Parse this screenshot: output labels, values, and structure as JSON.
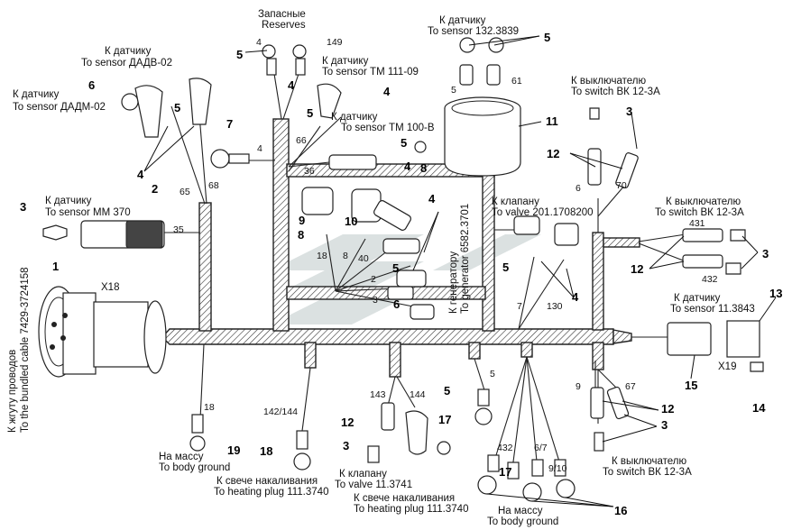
{
  "labels": {
    "reserves_ru": "Запасные",
    "reserves_en": "Reserves",
    "sensor_132_ru": "К датчику",
    "sensor_132_en": "To sensor 132.3839",
    "sensor_dadv_ru": "К датчику",
    "sensor_dadv_en": "To sensor ДАДВ-02",
    "sensor_tm111_ru": "К датчику",
    "sensor_tm111_en": "To sensor ТМ 111-09",
    "sensor_dadm_ru": "К датчику",
    "sensor_dadm_en": "To sensor ДАДМ-02",
    "sensor_tm100_ru": "К датчику",
    "sensor_tm100_en": "To sensor ТМ 100-В",
    "switch_vk_top_ru": "К выключателю",
    "switch_vk_top_en": "To switch ВК 12-3А",
    "sensor_mm370_ru": "К датчику",
    "sensor_mm370_en": "To sensor ММ 370",
    "valve_201_ru": "К клапану",
    "valve_201_en": "To valve 201.1708200",
    "switch_vk_mid_ru": "К выключателю",
    "switch_vk_mid_en": "To switch ВК 12-3А",
    "generator_ru": "К генератору",
    "generator_en": "To generator 6582.3701",
    "sensor_11_ru": "К датчику",
    "sensor_11_en": "To sensor 11.3843",
    "bundled_ru": "К жгуту проводов",
    "bundled_en": "To the bundled cable 7429-3724158",
    "ground_left_ru": "На массу",
    "ground_left_en": "To body ground",
    "heating_left_ru": "К свече накаливания",
    "heating_left_en": "To heating plug 111.3740",
    "valve_11_ru": "К клапану",
    "valve_11_en": "To valve 11.3741",
    "heating_mid_ru": "К свече накаливания",
    "heating_mid_en": "To heating plug 111.3740",
    "ground_bottom_ru": "На массу",
    "ground_bottom_en": "To body ground",
    "switch_vk_bottom_ru": "К выключателю",
    "switch_vk_bottom_en": "To switch ВК 12-3А",
    "x18": "X18",
    "x19": "X19"
  },
  "wire_numbers": {
    "w4_top": "4",
    "w149": "149",
    "w5_sensor": "5",
    "w61": "61",
    "w65": "65",
    "w68": "68",
    "w4_mid": "4",
    "w66": "66",
    "w36": "36",
    "w6": "6",
    "w70": "70",
    "w35": "35",
    "w18_top": "18",
    "w8": "8",
    "w40": "40",
    "w2": "2",
    "w3": "3",
    "w431": "431",
    "w432_right": "432",
    "w7": "7",
    "w130": "130",
    "w18_bottom": "18",
    "w142": "142/144",
    "w143": "143",
    "w144": "144",
    "w5_bottom": "5",
    "w9": "9",
    "w67": "67",
    "w432_bottom": "432",
    "w67b": "6/7",
    "w910": "9/10"
  },
  "callouts": {
    "c1": "1",
    "c2": "2",
    "c3a": "3",
    "c4a": "4",
    "c5a": "5",
    "c6": "6",
    "c7": "7",
    "c5b": "5",
    "c4b": "4",
    "c5c": "5",
    "c4c": "4",
    "c5d": "5",
    "c4d": "4",
    "c8a": "8",
    "c9": "9",
    "c8b": "8",
    "c10": "10",
    "c4e": "4",
    "c5e": "5",
    "c6b": "6",
    "c11": "11",
    "c3b": "3",
    "c12a": "12",
    "c5f": "5",
    "c4f": "4",
    "c12b": "12",
    "c3c": "3",
    "c13": "13",
    "c15": "15",
    "c14": "14",
    "c19": "19",
    "c18": "18",
    "c12c": "12",
    "c3d": "3",
    "c17a": "17",
    "c5g": "5",
    "c17b": "17",
    "c16": "16",
    "c12d": "12",
    "c3e": "3",
    "c5h": "5"
  }
}
